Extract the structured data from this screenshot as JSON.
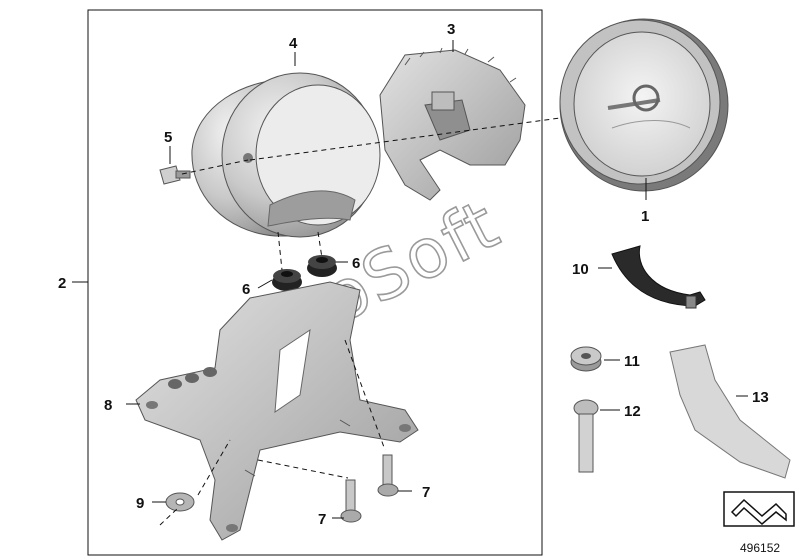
{
  "diagram": {
    "callouts": {
      "c1": "1",
      "c2": "2",
      "c3": "3",
      "c4": "4",
      "c5": "5",
      "c6a": "6",
      "c6b": "6",
      "c7a": "7",
      "c7b": "7",
      "c8": "8",
      "c9": "9",
      "c10": "10",
      "c11": "11",
      "c12": "12",
      "c13": "13"
    },
    "watermark": "AutoSoft",
    "doc_number": "496152",
    "colors": {
      "line": "#111111",
      "part_light": "#d4d4d4",
      "part_mid": "#a8a8a8",
      "part_dark": "#6e6e6e"
    }
  }
}
